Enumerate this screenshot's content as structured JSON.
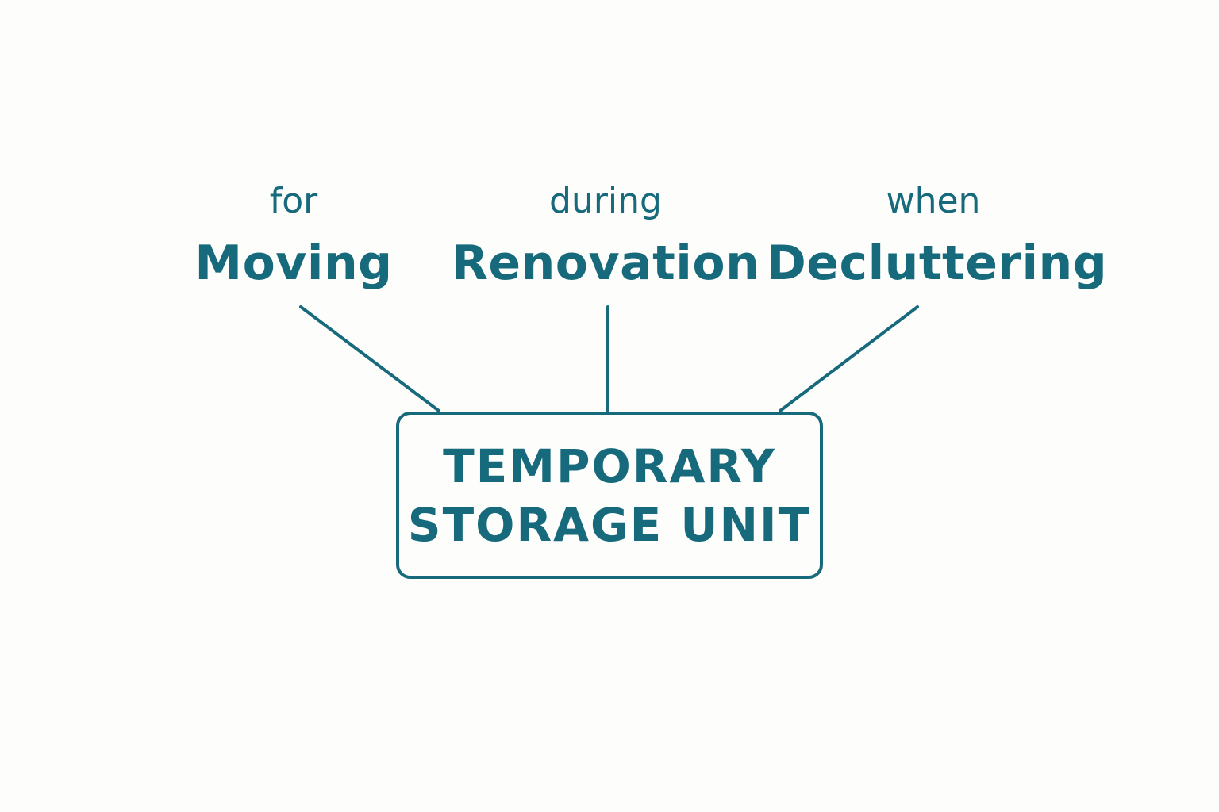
{
  "colors": {
    "accent": "#166a7b",
    "background": "#fdfdfb"
  },
  "diagram": {
    "center": {
      "line1": "TEMPORARY",
      "line2": "STORAGE UNIT"
    },
    "branches": [
      {
        "prefix": "for",
        "label": "Moving"
      },
      {
        "prefix": "during",
        "label": "Renovation"
      },
      {
        "prefix": "when",
        "label": "Decluttering"
      }
    ]
  }
}
